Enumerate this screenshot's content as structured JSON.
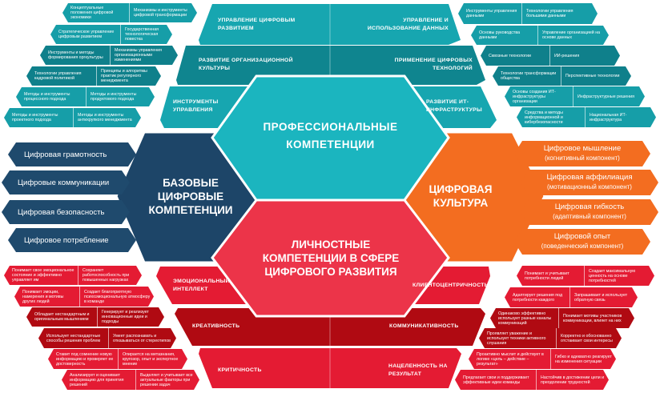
{
  "professional": {
    "title_1": "ПРОФЕССИОНАЛЬНЫЕ",
    "title_2": "КОМПЕТЕНЦИИ",
    "areas": [
      "УПРАВЛЕНИЕ ЦИФРОВЫМ РАЗВИТИЕМ",
      "УПРАВЛЕНИЕ И ИСПОЛЬЗОВАНИЕ ДАННЫХ",
      "РАЗВИТИЕ ОРГАНИЗАЦИОННОЙ КУЛЬТУРЫ",
      "ПРИМЕНЕНИЕ ЦИФРОВЫХ ТЕХНОЛОГИЙ",
      "ИНСТРУМЕНТЫ УПРАВЛЕНИЯ",
      "РАЗВИТИЕ ИТ-ИНФРАСТРУКТУРЫ"
    ],
    "left_items": [
      [
        "Концептуальные положения цифровой экономики",
        "Механизмы и инструменты цифровой трансформации"
      ],
      [
        "Стратегическое управление цифровым развитием",
        "Государственная технологическая повестка"
      ],
      [
        "Инструменты и методы формирования оргкультуры",
        "Механизмы управления организационными изменениями"
      ],
      [
        "Технологии управления кадровой политикой",
        "Принципы и алгоритмы практик регулярного менеджмента"
      ],
      [
        "Методы и инструменты процессного подхода",
        "Методы и инструменты продуктового подхода"
      ],
      [
        "Методы и инструменты проектного подхода",
        "Методы и инструменты антихрупкого менеджмента"
      ]
    ],
    "right_items": [
      [
        "Инструменты управления данными",
        "Технологии управления большими данными"
      ],
      [
        "Основы руководства данными",
        "Управление организацией на основе данных"
      ],
      [
        "Сквозные технологии",
        "ИИ-решения"
      ],
      [
        "Технологии трансформации общества",
        "Перспективные технологии"
      ],
      [
        "Основы создания ИТ-инфраструктуры организации",
        "Инфраструктурные решения"
      ],
      [
        "Средства и методы информационной и кибербезопасности",
        "Национальная ИТ-инфраструктура"
      ]
    ]
  },
  "basic": {
    "title": "БАЗОВЫЕ ЦИФРОВЫЕ КОМПЕТЕНЦИИ",
    "items": [
      "Цифровая грамотность",
      "Цифровые коммуникации",
      "Цифровая безопасность",
      "Цифровое потребление"
    ]
  },
  "culture": {
    "title": "ЦИФРОВАЯ КУЛЬТУРА",
    "items": [
      [
        "Цифровое мышление",
        "(когнитивный компонент)"
      ],
      [
        "Цифровая аффилиация",
        "(мотивационный компонент)"
      ],
      [
        "Цифровая гибкость",
        "(адаптивный компонент)"
      ],
      [
        "Цифровой опыт",
        "(поведенческий компонент)"
      ]
    ]
  },
  "personal": {
    "title": "ЛИЧНОСТНЫЕ КОМПЕТЕНЦИИ В СФЕРЕ ЦИФРОВОГО РАЗВИТИЯ",
    "areas": [
      "ЭМОЦИОНАЛЬНЫЙ ИНТЕЛЛЕКТ",
      "КЛИЕНТОЦЕНТРИЧНОСТЬ",
      "КРЕАТИВНОСТЬ",
      "КОММУНИКАТИВНОСТЬ",
      "КРИТИЧНОСТЬ",
      "НАЦЕЛЕННОСТЬ НА РЕЗУЛЬТАТ"
    ],
    "left_items": [
      [
        "Понимает свое эмоциональное состояние и эффективно управляет им",
        "Сохраняет работоспособность при повышенных нагрузках"
      ],
      [
        "Понимает эмоции, намерения и мотивы других людей",
        "Создает благоприятную психоэмоциональную атмосферу в команде"
      ],
      [
        "Обладает нестандартным и оригинальным мышлением",
        "Генерирует и реализует инновационные идеи и подходы"
      ],
      [
        "Использует нестандартные способы решения проблем",
        "Умеет распознавать и отказываться от стереотипов"
      ],
      [
        "Ставит под сомнение новую информацию и проверяет ее достоверность",
        "Опирается на метазнания, кругозор, опыт и экспертное мнение"
      ],
      [
        "Анализирует и оценивает информацию для принятия решений",
        "Выделяет и учитывает все актуальные факторы при решении задач"
      ]
    ],
    "right_items": [
      [
        "Понимает и учитывает потребности людей",
        "Создает максимальную ценность на основе потребностей"
      ],
      [
        "Адаптирует решения под потребности каждого",
        "Запрашивает и использует обратную связь"
      ],
      [
        "Одинаково эффективно использует разные каналы коммуникаций",
        "Понимает мотивы участников коммуникации, влияет на них"
      ],
      [
        "Проявляет уважение и использует техники активного слушания",
        "Корректно и обоснованно отстаивает свои интересы"
      ],
      [
        "Проактивно мыслит и действует в логике «цель – действие – результат»",
        "Гибко и адекватно реагирует на изменения ситуации"
      ],
      [
        "Предлагает свои и поддерживает эффективные идеи команды",
        "Настойчив в достижении цели и преодолении трудностей"
      ]
    ]
  },
  "colors": {
    "teal": "#169ea8",
    "navy": "#1f4a6d",
    "orange": "#f36d20",
    "red": "#e41b33"
  }
}
